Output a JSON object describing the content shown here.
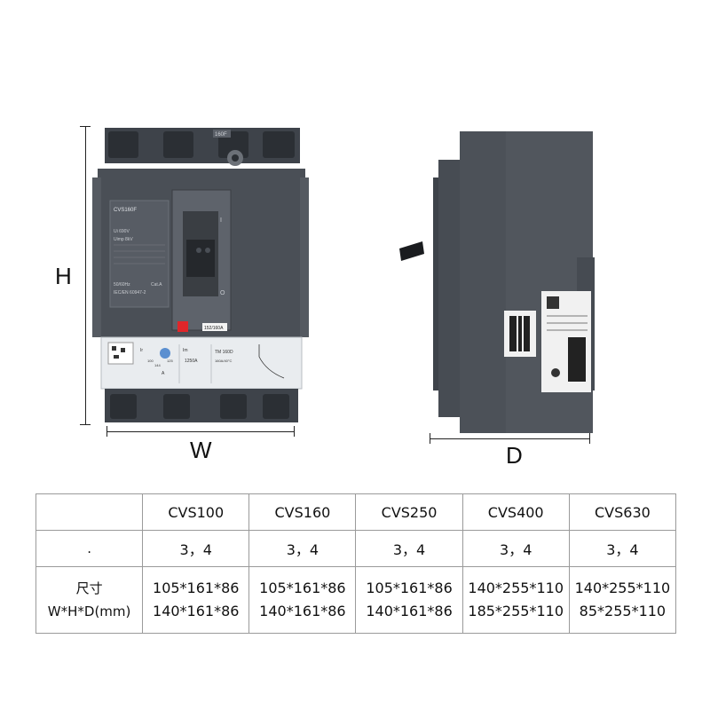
{
  "labels": {
    "height": "H",
    "width": "W",
    "depth": "D"
  },
  "front_view": {
    "model_label": "CVS160F",
    "top_badge": "160F",
    "rating_tag": "152/160A",
    "voltage_text": "Ui 690V",
    "uimp_text": "Uimp 8kV",
    "standard_text": "IEC/EN 60947-2",
    "frequency_text": "50/60Hz",
    "category_text": "Cat.A",
    "trip_current": "1250A",
    "trip_unit": "TM 160D",
    "trip_spec": "160A/40°C",
    "ir_label": "Ir",
    "im_label": "Im",
    "amp_unit": "A",
    "dial_low": "100",
    "dial_high": "125",
    "dial_mid": "144"
  },
  "colors": {
    "body_dark": "#4a4f56",
    "body_mid": "#5b6068",
    "panel_light": "#e9ecef",
    "accent_red": "#e0262a",
    "accent_blue": "#5b8fd0"
  },
  "table": {
    "headers": [
      "",
      "CVS100",
      "CVS160",
      "CVS250",
      "CVS400",
      "CVS630"
    ],
    "rows": [
      {
        "label": ".",
        "cells": [
          [
            "3，4"
          ],
          [
            "3，4"
          ],
          [
            "3，4"
          ],
          [
            "3，4"
          ],
          [
            "3，4"
          ]
        ]
      },
      {
        "label": "尺寸W*H*D(mm)",
        "cells": [
          [
            "105*161*86",
            "140*161*86"
          ],
          [
            "105*161*86",
            "140*161*86"
          ],
          [
            "105*161*86",
            "140*161*86"
          ],
          [
            "140*255*110",
            "185*255*110"
          ],
          [
            "140*255*110",
            "85*255*110"
          ]
        ]
      }
    ]
  }
}
